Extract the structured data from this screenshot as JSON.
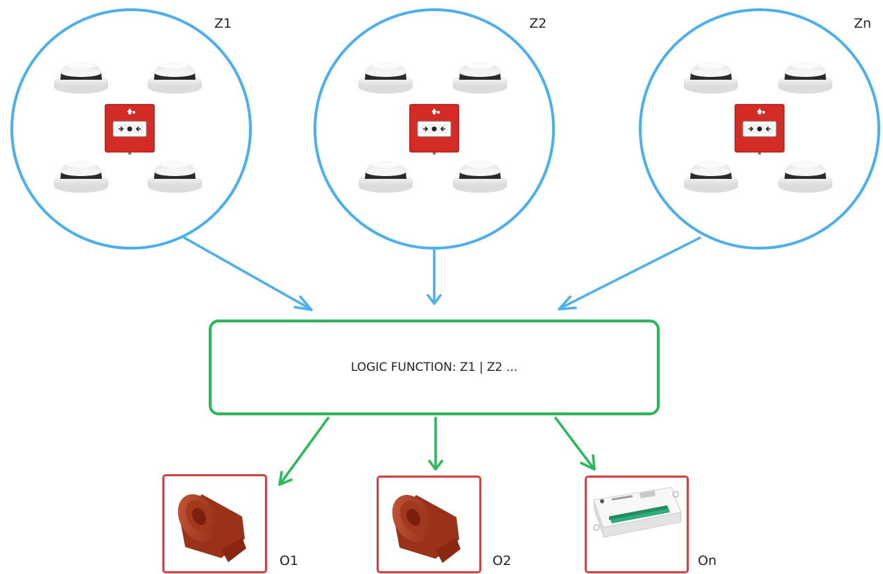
{
  "colors": {
    "zone_circle": "#45b0f5",
    "input_arrow": "#45b0f5",
    "logic_border": "#20bd52",
    "output_arrow": "#20bd52",
    "output_border": "#e5393d",
    "call_point_red": "#c8231f",
    "sounder_red": "#b33a1e"
  },
  "zones": [
    {
      "label": "Z1",
      "devices": [
        "smoke-detector",
        "smoke-detector",
        "manual-call-point",
        "smoke-detector",
        "smoke-detector"
      ]
    },
    {
      "label": "Z2",
      "devices": [
        "smoke-detector",
        "smoke-detector",
        "manual-call-point",
        "smoke-detector",
        "smoke-detector"
      ]
    },
    {
      "label": "Zn",
      "devices": [
        "smoke-detector",
        "smoke-detector",
        "manual-call-point",
        "smoke-detector",
        "smoke-detector"
      ]
    }
  ],
  "logic": {
    "text": "LOGIC FUNCTION: Z1 | Z2 ..."
  },
  "outputs": [
    {
      "label": "O1",
      "device": "sounder"
    },
    {
      "label": "O2",
      "device": "sounder"
    },
    {
      "label": "On",
      "device": "relay-module"
    }
  ]
}
